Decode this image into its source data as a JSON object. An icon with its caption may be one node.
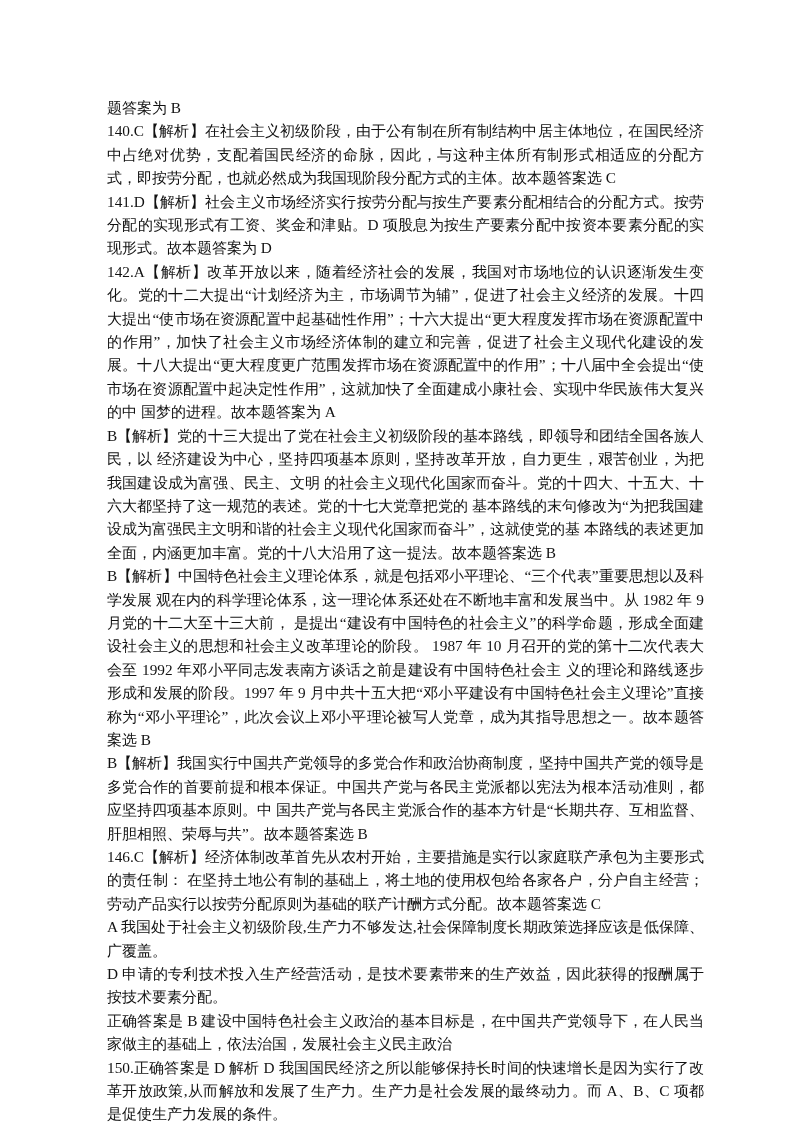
{
  "diagram": {
    "labels": [
      "题答案为 B",
      "140.C【解析】在社会主义初级阶段，由于公有制在所有制结构中居主体地位，在国民经济中占绝对优势，支配着国民经济的命脉，因此，与这种主体所有制形式相适应的分配方式，即按劳分配，也就必然成为我国现阶段分配方式的主体。故本题答案选 C",
      "141.D【解析】社会主义市场经济实行按劳分配与按生产要素分配相结合的分配方式。按劳分配的实现形式有工资、奖金和津贴。D 项股息为按生产要素分配中按资本要素分配的实现形式。故本题答案为 D",
      "142.A【解析】改革开放以来，随着经济社会的发展，我国对市场地位的认识逐渐发生变化。党的十二大提出“计划经济为主，市场调节为辅”，促进了社会主义经济的发展。十四大提出“使市场在资源配置中起基础性作用”；十六大提出“更大程度发挥市场在资源配置中的作用”，加快了社会主义市场经济体制的建立和完善，促进了社会主义现代化建设的发展。十八大提出“更大程度更广范围发挥市场在资源配置中的作用”；十八届中全会提出“使市场在资源配置中起决定性作用”，这就加快了全面建成小康社会、实现中华民族伟大复兴的中 国梦的进程。故本题答案为 A",
      "B【解析】党的十三大提出了党在社会主义初级阶段的基本路线，即领导和团结全国各族人民，以 经济建设为中心，坚持四项基本原则，坚持改革开放，自力更生，艰苦创业，为把我国建设成为富强、民主、文明 的社会主义现代化国家而奋斗。党的十四大、十五大、十六大都坚持了这一规范的表述。党的十七大党章把党的 基本路线的末句修改为“为把我国建设成为富强民主文明和谐的社会主义现代化国家而奋斗”，这就使党的基 本路线的表述更加全面，内涵更加丰富。党的十八大沿用了这一提法。故本题答案选 B",
      "B【解析】中国特色社会主义理论体系，就是包括邓小平理论、“三个代表”重要思想以及科学发展 观在内的科学理论体系，这一理论体系还处在不断地丰富和发展当中。从 1982 年 9 月党的十二大至十三大前， 是提出“建设有中国特色的社会主义”的科学命题，形成全面建设社会主义的思想和社会主义改革理论的阶段。 1987 年 10 月召开的党的第十二次代表大会至 1992 年邓小平同志发表南方谈话之前是建设有中国特色社会主 义的理论和路线逐步形成和发展的阶段。1997 年 9 月中共十五大把“邓小平建设有中国特色社会主义理论”直接称为“邓小平理论”，此次会议上邓小平理论被写人党章，成为其指导思想之一。故本题答案选 B",
      "B【解析】我国实行中国共产党领导的多党合作和政治协商制度，坚持中国共产党的领导是多党合作的首要前提和根本保证。中国共产党与各民主党派都以宪法为根本活动准则，都应坚持四项基本原则。中 国共产党与各民主党派合作的基本方针是“长期共存、互相监督、肝胆相照、荣辱与共”。故本题答案选 B",
      "146.C【解析】经济体制改革首先从农村开始，主要措施是实行以家庭联产承包为主要形式的责任制： 在坚持土地公有制的基础上，将土地的使用权包给各家各户，分户自主经营；劳动产品实行以按劳分配原则为基础的联产计酬方式分配。故本题答案选 C",
      "A 我国处于社会主义初级阶段,生产力不够发达,社会保障制度长期政策选择应该是低保障、广覆盖。",
      "D 申请的专利技术投入生产经营活动，是技术要素带来的生产效益，因此获得的报酬属于按技术要素分配。",
      "正确答案是 B 建设中国特色社会主义政治的基本目标是，在中国共产党领导下，在人民当家做主的基础上，依法治国，发展社会主义民主政治",
      "150.正确答案是 D 解析 D 我国国民经济之所以能够保持长时间的快速增长是因为实行了改革开放政策,从而解放和发展了生产力。生产力是社会发展的最终动力。而 A、B、C 项都是促使生产力发展的条件。"
    ]
  }
}
